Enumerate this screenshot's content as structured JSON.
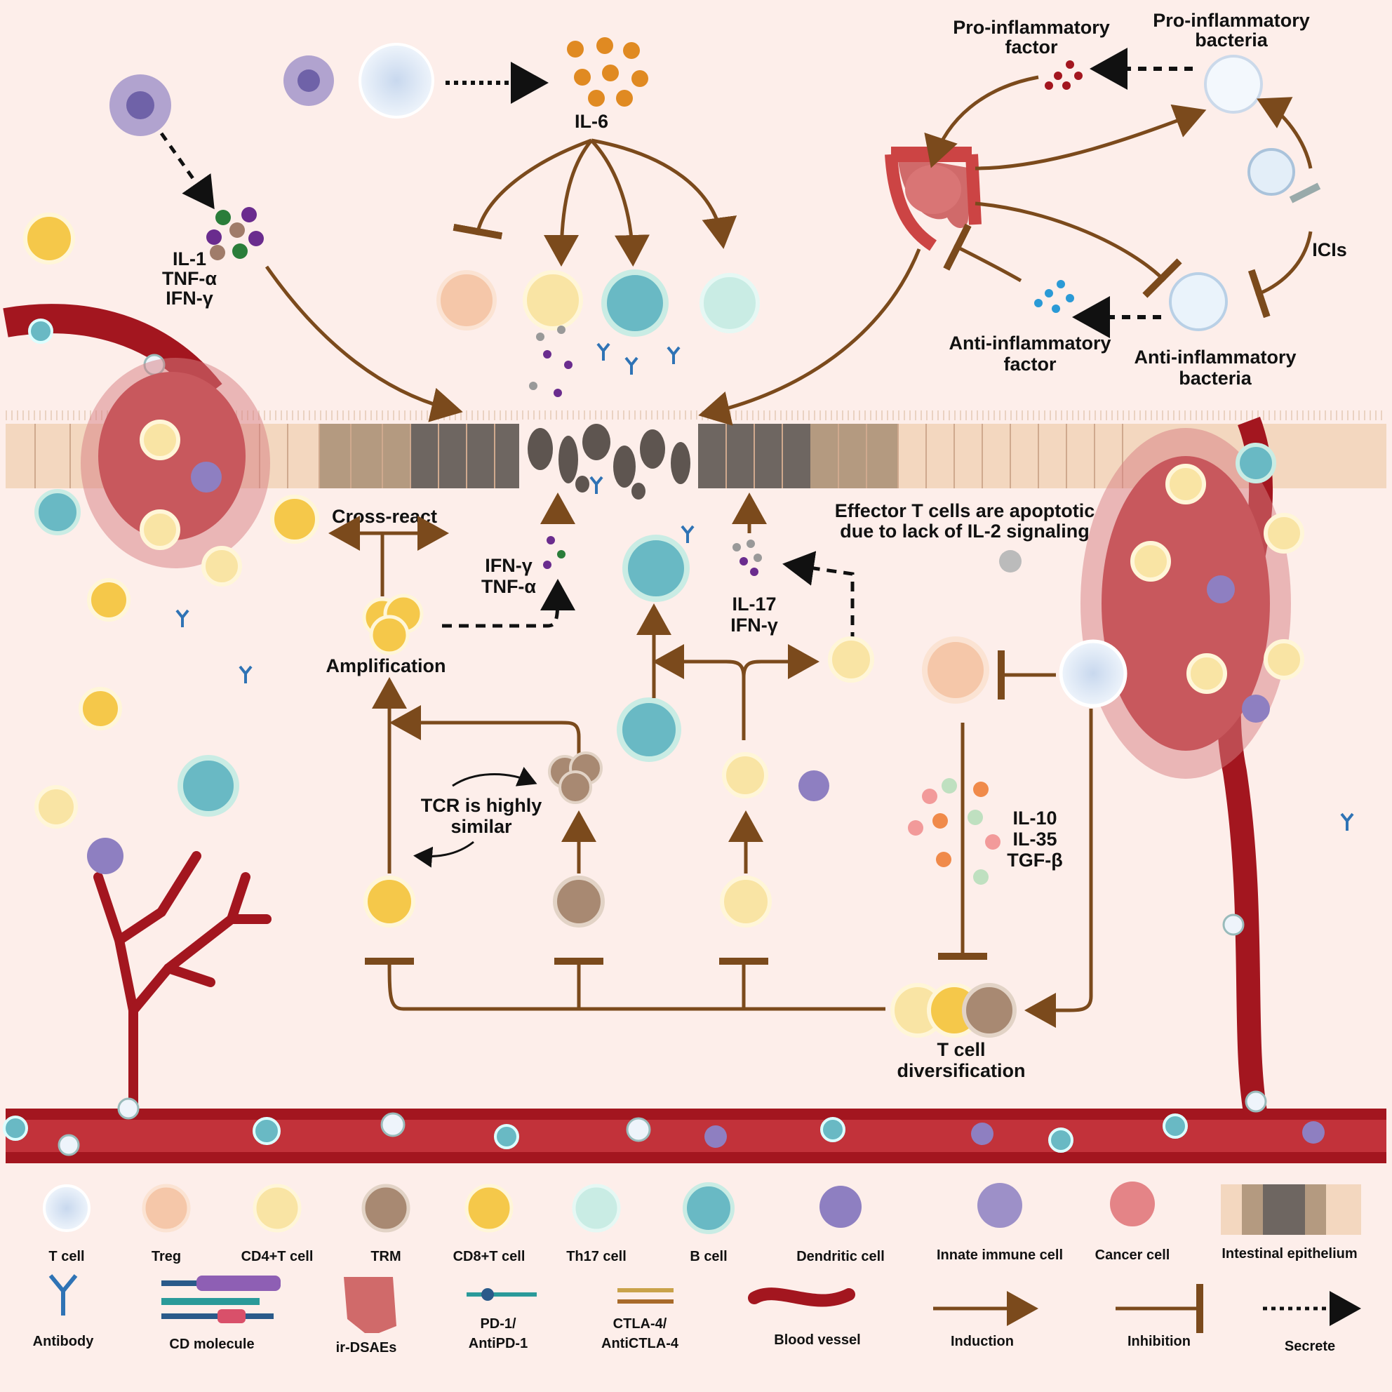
{
  "labels": {
    "il6": "IL-6",
    "il1_group": [
      "IL-1",
      "TNF-α",
      "IFN-γ"
    ],
    "pro_factor": [
      "Pro-inflammatory",
      "factor"
    ],
    "pro_bacteria": [
      "Pro-inflammatory",
      "bacteria"
    ],
    "icis": "ICIs",
    "anti_factor": [
      "Anti-inflammatory",
      "factor"
    ],
    "anti_bacteria": [
      "Anti-inflammatory",
      "bacteria"
    ],
    "cross_react": "Cross-react",
    "amplification": "Amplification",
    "ifn_tnf": [
      "IFN-γ",
      "TNF-α"
    ],
    "il17_ifn": [
      "IL-17",
      "IFN-γ"
    ],
    "effector": [
      "Effector T cells are apoptotic",
      "due to lack of IL-2 signaling"
    ],
    "tcr": [
      "TCR is highly",
      "similar"
    ],
    "il10_group": [
      "IL-10",
      "IL-35",
      "TGF-β"
    ],
    "diversification": [
      "T cell",
      "diversification"
    ]
  },
  "legend": {
    "row1": [
      "T cell",
      "Treg",
      "CD4+T cell",
      "TRM",
      "CD8+T cell",
      "Th17 cell",
      "B cell",
      "Dendritic cell",
      "Innate immune cell",
      "Cancer cell",
      "Intestinal epithelium"
    ],
    "row2": [
      "Antibody",
      "CD molecule",
      "ir-DSAEs",
      "PD-1/",
      "AntiPD-1",
      "CTLA-4/",
      "AntiCTLA-4",
      "Blood vessel",
      "Induction",
      "Inhibition",
      "Secrete"
    ]
  },
  "colors": {
    "background": "#fdeeea",
    "arrow": "#7b4a1c",
    "vessel": "#a3161f",
    "tumor": "#c8585d",
    "tcell": "#e6effa",
    "treg": "#f5c7a9",
    "cd4": "#f9e4a4",
    "cd8": "#f5c84a",
    "trm": "#a88972",
    "th17": "#c9ece4",
    "bcell": "#69b9c4",
    "dendritic": "#8e7fc1"
  }
}
